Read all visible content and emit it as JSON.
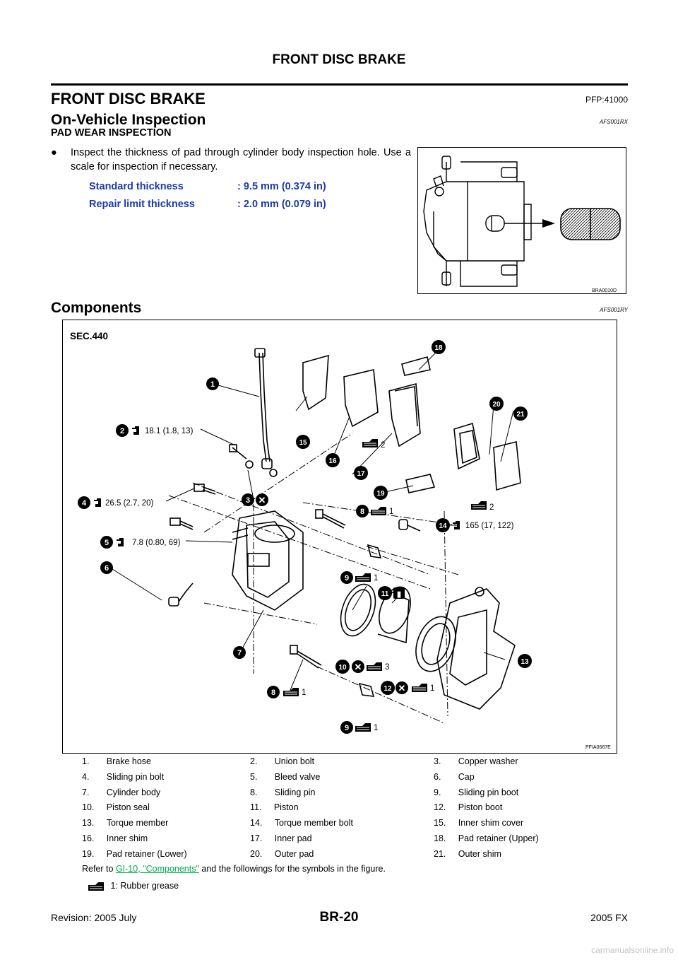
{
  "header": {
    "title": "FRONT DISC BRAKE"
  },
  "section": {
    "title": "FRONT DISC BRAKE",
    "pfp": "PFP:41000"
  },
  "inspection": {
    "title": "On-Vehicle Inspection",
    "code": "AFS001RX",
    "subheading": "PAD WEAR INSPECTION",
    "bullet": "Inspect the thickness of pad through cylinder body inspection hole. Use a scale for inspection if necessary.",
    "specs": [
      {
        "label": "Standard thickness",
        "value": ": 9.5 mm (0.374 in)"
      },
      {
        "label": "Repair limit thickness",
        "value": ": 2.0 mm (0.079 in)"
      }
    ],
    "figure_id": "BRA0010D"
  },
  "components": {
    "title": "Components",
    "code": "AFS001RY",
    "sec": "SEC.440",
    "figure_id": "PFIA0687E",
    "callouts": {
      "t2": "18.1 (1.8, 13)",
      "t4": "26.5 (2.7, 20)",
      "t5": "7.8 (0.80, 69)",
      "t14": "165 (17, 122)",
      "g2": "2",
      "g1": "1",
      "g3": "3"
    },
    "parts": [
      [
        "1.",
        "Brake hose",
        "2.",
        "Union bolt",
        "3.",
        "Copper washer"
      ],
      [
        "4.",
        "Sliding pin bolt",
        "5.",
        "Bleed valve",
        "6.",
        "Cap"
      ],
      [
        "7.",
        "Cylinder body",
        "8.",
        "Sliding pin",
        "9.",
        "Sliding pin boot"
      ],
      [
        "10.",
        "Piston seal",
        "11.",
        "Piston",
        "12.",
        "Piston boot"
      ],
      [
        "13.",
        "Torque member",
        "14.",
        "Torque member bolt",
        "15.",
        "Inner shim cover"
      ],
      [
        "16.",
        "Inner shim",
        "17.",
        "Inner pad",
        "18.",
        "Pad retainer (Upper)"
      ],
      [
        "19.",
        "Pad retainer (Lower)",
        "20.",
        "Outer pad",
        "21.",
        "Outer shim"
      ]
    ],
    "refer_prefix": "Refer to",
    "refer_link": "GI-10, \"Components\"",
    "refer_suffix": "and the followings for the symbols in the figure.",
    "grease_note": "1: Rubber grease"
  },
  "footer": {
    "page": "BR-20",
    "revision": "Revision: 2005 July",
    "model": "2005 FX",
    "watermark": "carmanualsonline.info"
  }
}
